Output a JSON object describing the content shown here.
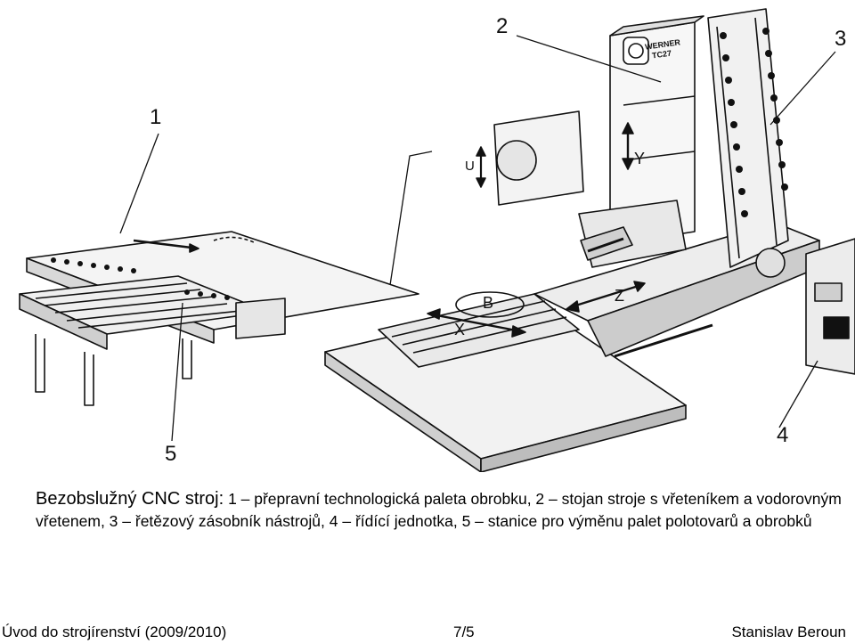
{
  "figure": {
    "callouts": [
      "1",
      "2",
      "3",
      "4",
      "5"
    ],
    "machine_label": [
      "WERNER",
      "TC27"
    ],
    "axis_labels": [
      "U",
      "Y",
      "B",
      "X",
      "Z"
    ]
  },
  "caption": {
    "lead": "Bezobslužný CNC stroj:",
    "text": "1 – přepravní technologická paleta obrobku, 2 – stojan stroje s vřeteníkem a vodorovným vřetenem, 3 – řetězový zásobník nástrojů, 4 – řídící jednotka, 5 – stanice pro výměnu palet polotovarů a obrobků"
  },
  "footer": {
    "left": "Úvod do strojírenství (2009/2010)",
    "center": "7/5",
    "right": "Stanislav Beroun"
  }
}
